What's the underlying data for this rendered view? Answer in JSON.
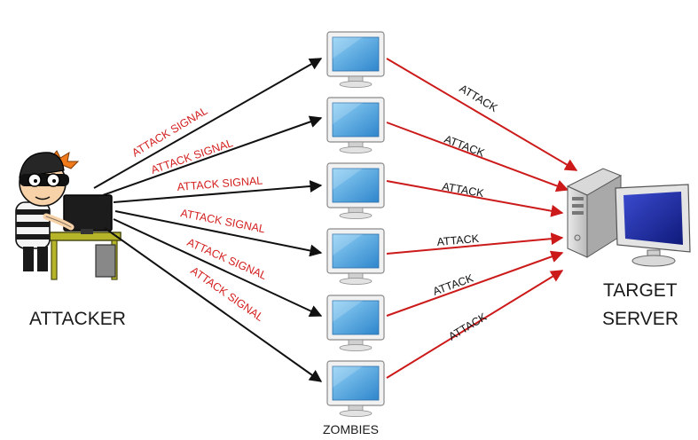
{
  "attacker": {
    "label": "ATTACKER"
  },
  "zombies": {
    "label": "ZOMBIES",
    "count": 6
  },
  "target": {
    "line1": "TARGET",
    "line2": "SERVER"
  },
  "edges": {
    "signal_label": "ATTACK SIGNAL",
    "attack_label": "ATTACK"
  },
  "colors": {
    "signal_arrow": "#111111",
    "signal_text": "#d42020",
    "attack_arrow": "#cc1a1a",
    "attack_text": "#111111",
    "screen": "#4aa3e0",
    "monitor_frame": "#f1f1f1"
  }
}
